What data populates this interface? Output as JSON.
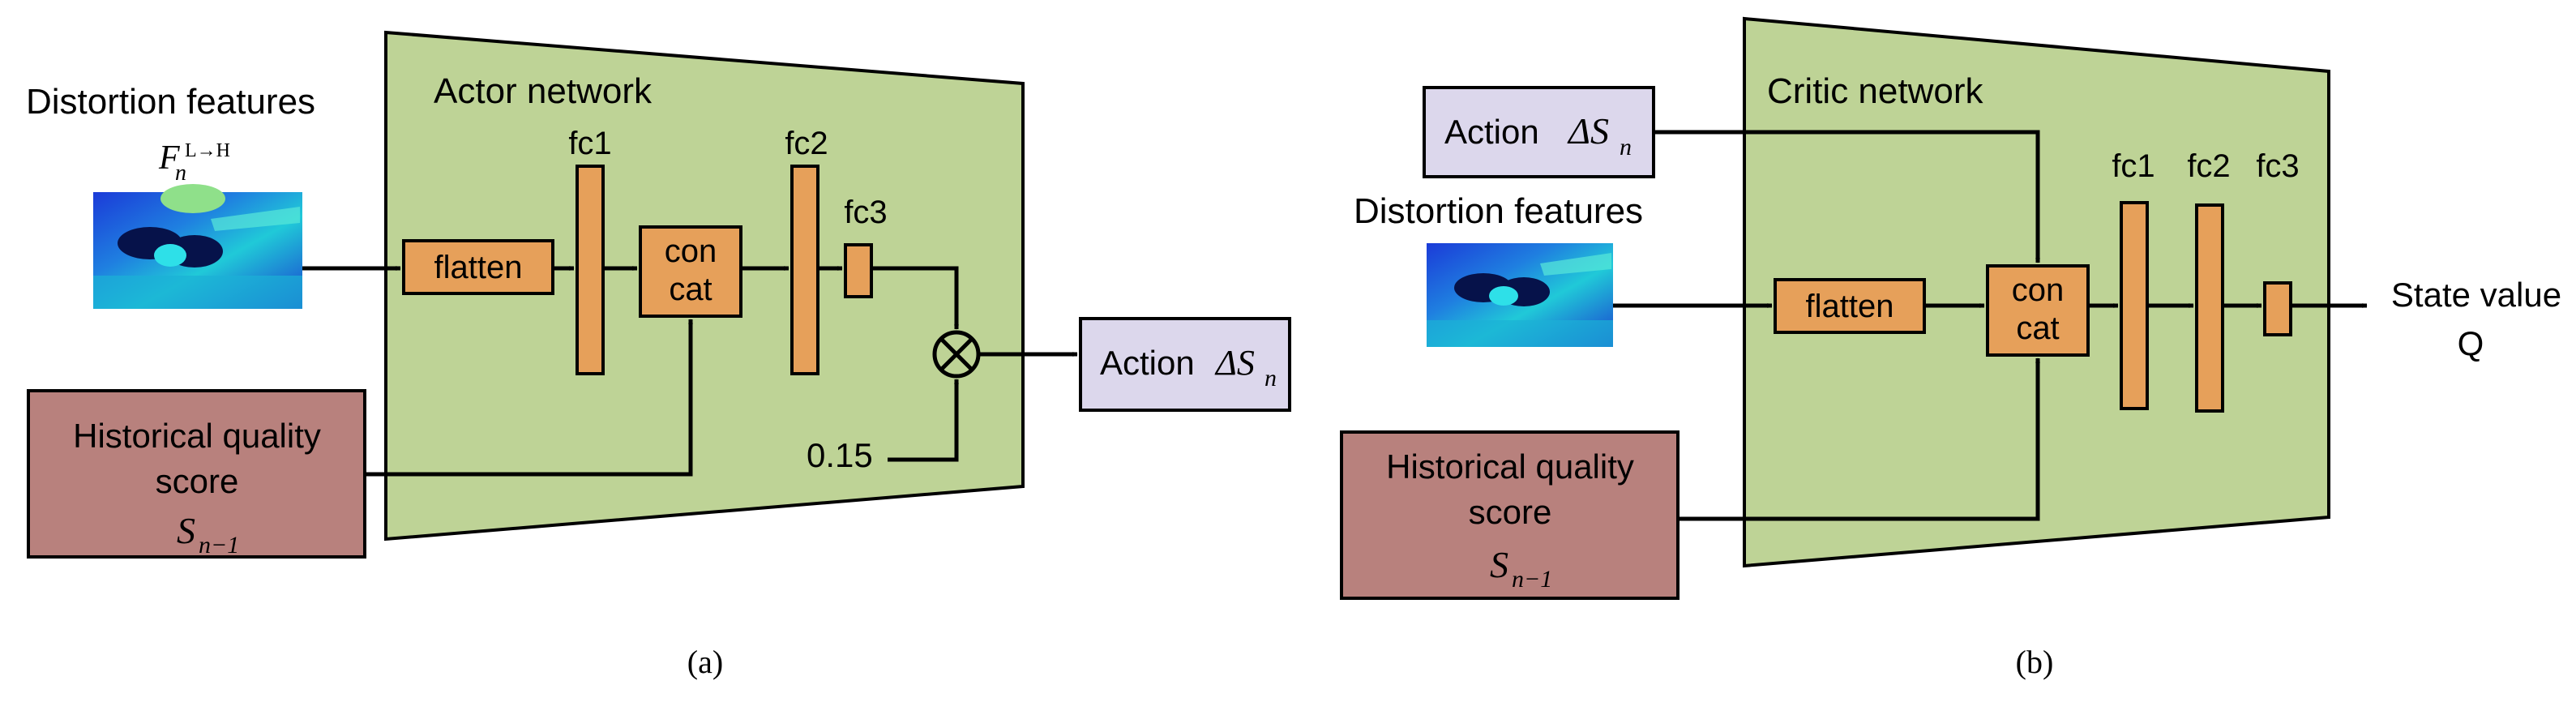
{
  "panel_a": {
    "network_title": "Actor network",
    "distortion_label": "Distortion features",
    "feature_symbol": "F",
    "feature_sub": "n",
    "feature_sup": "L→H",
    "flatten_label": "flatten",
    "concat_line1": "con",
    "concat_line2": "cat",
    "fc1_label": "fc1",
    "fc2_label": "fc2",
    "fc3_label": "fc3",
    "scale_value": "0.15",
    "action_word": "Action",
    "action_symbol": "ΔS",
    "action_sub": "n",
    "hist_line1": "Historical quality",
    "hist_line2": "score",
    "hist_symbol": "S",
    "hist_sub": "n−1",
    "caption": "(a)"
  },
  "panel_b": {
    "network_title": "Critic network",
    "distortion_label": "Distortion features",
    "action_word": "Action",
    "action_symbol": "ΔS",
    "action_sub": "n",
    "flatten_label": "flatten",
    "concat_line1": "con",
    "concat_line2": "cat",
    "fc1_label": "fc1",
    "fc2_label": "fc2",
    "fc3_label": "fc3",
    "output_line1": "State value",
    "output_line2": "Q",
    "hist_line1": "Historical quality",
    "hist_line2": "score",
    "hist_symbol": "S",
    "hist_sub": "n−1",
    "caption": "(b)"
  },
  "colors": {
    "network_fill": "#bed396",
    "layer_fill": "#e6a05a",
    "action_fill": "#dcd7ec",
    "history_fill": "#b8817d"
  }
}
